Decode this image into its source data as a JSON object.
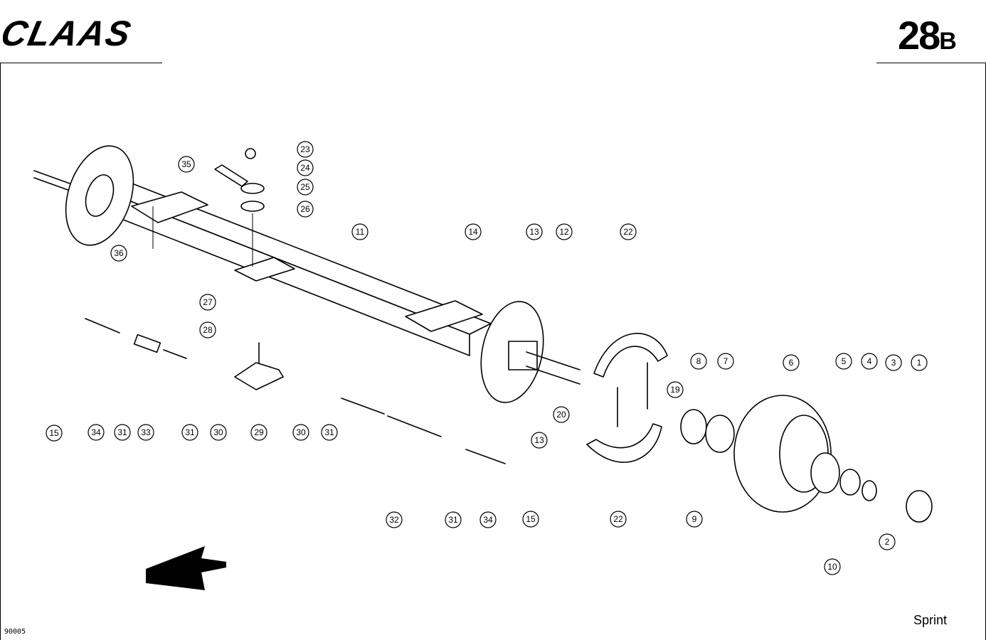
{
  "header": {
    "brand": "CLAAS",
    "page_number": "28",
    "page_suffix": "B"
  },
  "footer": {
    "model": "Sprint",
    "drawing_code": "90005"
  },
  "callouts": [
    "1",
    "2",
    "3",
    "4",
    "5",
    "6",
    "7",
    "8",
    "9",
    "10",
    "11",
    "12",
    "13",
    "13",
    "14",
    "15",
    "15",
    "20",
    "19",
    "22",
    "22",
    "23",
    "24",
    "25",
    "26",
    "27",
    "28",
    "29",
    "30",
    "30",
    "31",
    "31",
    "31",
    "31",
    "32",
    "33",
    "34",
    "34",
    "35",
    "36"
  ]
}
